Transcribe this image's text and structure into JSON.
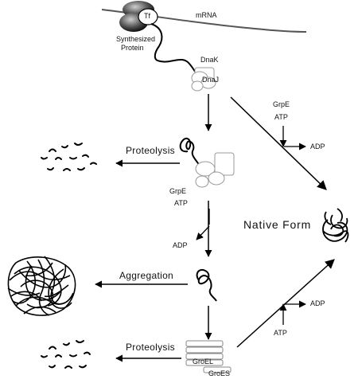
{
  "labels": {
    "tf": "Tf",
    "mrna": "mRNA",
    "synthesized": "Synthesized",
    "protein": "Protein",
    "dnak": "DnaK",
    "dnaj": "DnaJ",
    "grpe_top": "GrpE",
    "atp_top": "ATP",
    "adp_top": "ADP",
    "proteolysis_top": "Proteolysis",
    "grpe_mid": "GrpE",
    "atp_mid": "ATP",
    "adp_mid": "ADP",
    "native_form": "Native Form",
    "aggregation": "Aggregation",
    "adp_low": "ADP",
    "atp_low": "ATP",
    "proteolysis_bottom": "Proteolysis",
    "groel": "GroEL",
    "groes": "GroES"
  }
}
